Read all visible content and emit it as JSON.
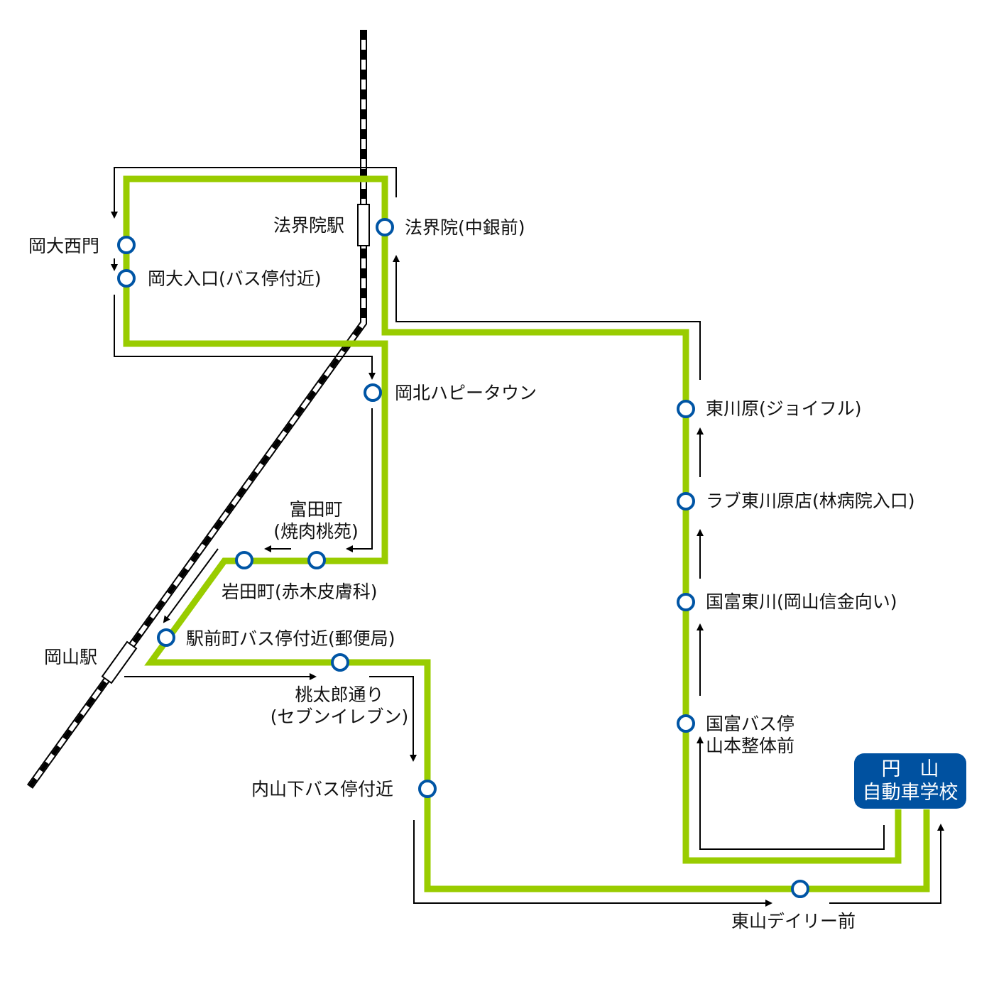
{
  "colors": {
    "route": "#99cc00",
    "stop": "#0055a5",
    "school_bg": "#0051a0",
    "rail": "#000000"
  },
  "stations": {
    "hokaiin": "法界院駅",
    "okayama": "岡山駅"
  },
  "stops": {
    "okadai_nishimon": "岡大西門",
    "okadai_iriguchi": "岡大入口(バス停付近)",
    "hokaiin_chugin": "法界院(中銀前)",
    "okakita": "岡北ハピータウン",
    "tomitacho_1": "富田町",
    "tomitacho_2": "(焼肉桃苑)",
    "iwatacho": "岩田町(赤木皮膚科)",
    "ekimaecho": "駅前町バス停付近(郵便局)",
    "momotaro_1": "桃太郎通り",
    "momotaro_2": "(セブンイレブン)",
    "uchisanka": "内山下バス停付近",
    "higashiyama": "東山デイリー前",
    "higashikawara": "東川原(ジョイフル)",
    "love": "ラブ東川原店(林病院入口)",
    "kunitomi_higashikawa": "国富東川(岡山信金向い)",
    "kunitomi_1": "国富バス停",
    "kunitomi_2": "山本整体前"
  },
  "school": {
    "line1": "円　山",
    "line2": "自動車学校"
  }
}
